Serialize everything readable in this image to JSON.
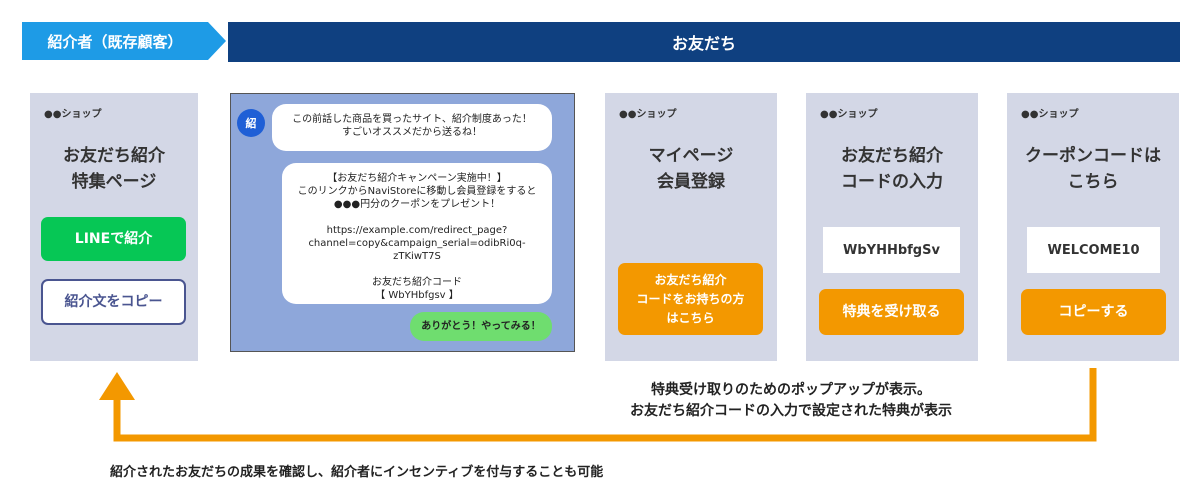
{
  "header": {
    "referrer_label": "紹介者（既存顧客）",
    "friend_label": "お友だち"
  },
  "colors": {
    "navy": "#0f4080",
    "banner_blue": "#1e9be6",
    "orange": "#f39800",
    "green": "#06c755",
    "panel": "#d3d7e6"
  },
  "panel1": {
    "shop": "●●ショップ",
    "title": "お友だち紹介\n特集ページ",
    "line_button": "LINEで紹介",
    "copy_button": "紹介文をコピー"
  },
  "chat": {
    "avatar": "紹",
    "bubble1": "この前話した商品を買ったサイト、紹介制度あった！\nすごいオススメだから送るね！",
    "bubble2": "【お友だち紹介キャンペーン実施中！】\nこのリンクからNaviStoreに移動し会員登録をすると\n●●●円分のクーポンをプレゼント！\n\nhttps://example.com/redirect_page?\nchannel=copy&campaign_serial=odibRi0q-\nzTKiwT7S\n\nお友だち紹介コード\n【 WbYHbfgsv 】",
    "reply": "ありがとう！やってみる！"
  },
  "panel2": {
    "shop": "●●ショップ",
    "title": "マイページ\n会員登録",
    "button": "お友だち紹介\nコードをお持ちの方\nはこちら"
  },
  "panel3": {
    "shop": "●●ショップ",
    "title": "お友だち紹介\nコードの入力",
    "code": "WbYHHbfgSv",
    "button": "特典を受け取る"
  },
  "panel4": {
    "shop": "●●ショップ",
    "title": "クーポンコードは\nこちら",
    "code": "WELCOME10",
    "button": "コピーする"
  },
  "captions": {
    "popup": "特典受け取りのためのポップアップが表示。\nお友だち紹介コードの入力で設定された特典が表示",
    "bottom": "紹介されたお友だちの成果を確認し、紹介者にインセンティブを付与することも可能"
  }
}
